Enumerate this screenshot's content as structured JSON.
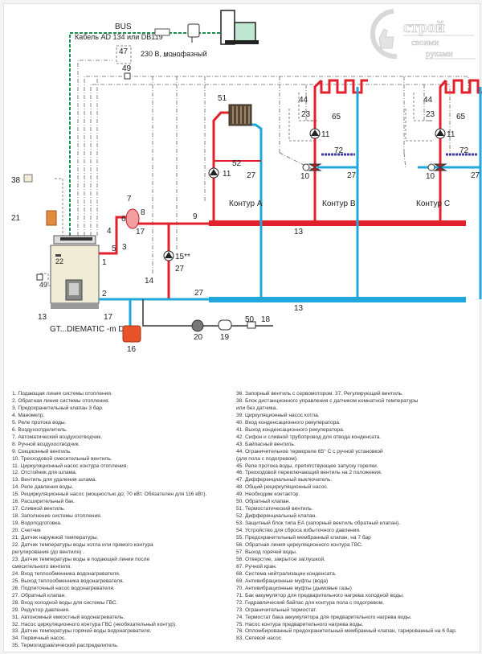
{
  "logo": {
    "line1": "строй",
    "line2": "своими",
    "line3": "руками"
  },
  "colors": {
    "supply": "#e0212b",
    "return": "#20a8dc",
    "bus": "#1e8f4e",
    "control": "#555555",
    "expansion_tank": "#e8532a"
  },
  "diagram": {
    "bus_label": "BUS",
    "cable_label": "Кабель AD 134 или DB119",
    "power_label": "230 В, монофазный",
    "boiler_label": "GT...DIEMATIC -m Delta*",
    "circuits": [
      "Контур A",
      "Контур B",
      "Контур C"
    ],
    "tags": {
      "t47": "47",
      "t49a": "49",
      "t49b": "49",
      "t38": "38",
      "t21": "21",
      "t22": "22",
      "t1": "1",
      "t2": "2",
      "t3": "3",
      "t4": "4",
      "t5": "5",
      "t6": "6",
      "t7": "7",
      "t8": "8",
      "t17a": "17",
      "t17b": "17",
      "t13a": "13",
      "t13b": "13",
      "t13c": "13",
      "t14": "14",
      "t15": "15**",
      "t16": "16",
      "t18": "18",
      "t19": "19",
      "t20": "20",
      "t50": "50",
      "t27a": "27",
      "t27b": "27",
      "t27c": "27",
      "t27d": "27",
      "t27e": "27",
      "t9": "9",
      "t51": "51",
      "t52": "52",
      "t11": "11",
      "t10": "10",
      "t23": "23",
      "t44": "44",
      "t65": "65",
      "t72": "72"
    }
  },
  "legend_left": [
    "1. Подающая линия системы отопления.",
    "2. Обратная линия системы отопления.",
    "3. Предохранительный клапан 3 бар.",
    "4. Манометр.",
    "5. Реле протока воды.",
    "6. Воздухоотделитель.",
    "7. Автоматический воздухоотводчик.",
    "8. Ручной воздухоотводчик.",
    "9. Секционный вентиль.",
    "10. Трехходовой смесительный вентиль.",
    "11. Циркуляционный насос контура отопления.",
    "12. Отстойник для шлама.",
    "13. Вентиль для удаления шлама.",
    "14. Реле давления воды.",
    "15. Рециркуляционный насос (мощностью до; 70 кВт. Обязателен для 116 кВт).",
    "16. Расширительный бак.",
    "17. Сливной вентиль.",
    "18. Заполнение системы отопления.",
    "19. Водоподготовка.",
    "20. Счетчик",
    "21. Датчик наружной температуры.",
    "22. Датчик температуры воды котла или прямого контура",
    "регулирования (до вентиля) .",
    "23. Датчик температуры воды в подающей линии после",
    "смесительного вентиля.",
    "24. Вход теплообменника водонагревателя.",
    "25. Выход теплообменника водонагревателя.",
    "26. Подпиточный насос водонагревателя.",
    "27. Обратный клапан.",
    "28. Вход холодной воды для системы ГВС.",
    "29. Редуктор давления.",
    "31. Автономный емкостный водонагреватель.",
    "32. Насос циркуляционного контура ГВС (необязательный контур).",
    "33. Датчик температуры горячей воды водонагревателя.",
    "34. Первичный насос.",
    "35. Термогидравлический распределитель."
  ],
  "legend_right": [
    "36. Запорный вентиль с сервомотором.    37. Регулирующий вентиль.",
    "38. Блок дистанционного управления с датчиком комнатной температуры",
    "или без датчика.",
    "39. Циркуляционный насос котла.",
    "40. Вход конденсационного рекуператора.",
    "41. Выход конденсационного рекуператора.",
    "42. Сифон и сливной трубопровод для отвода конденсата.",
    "43. Байпасный вентиль.",
    "44. Ограничительное термореле 65° С с ручной установкой",
    "(для пола с подогревом).",
    "45. Реле протока воды, препятствующее запуску горелки.",
    "46. Трехходовой переключающий вентиль на 2 положения.",
    "47. Дифференциальный выключатель.",
    "48. Общий рециркуляционный насос.",
    "49. Необходим контактор.",
    "50. Обратный клапан.",
    "51. Термостатический вентиль.",
    "52. Дифференциальный клапан.",
    "53. Защитный блок типа ЕА (запорный вентиль обратный клапан).",
    "54. Устройство для сброса избыточного давления.",
    "55. Предохранительный мембранный клапан, на 7 бар",
    "56. Обратная линия циркуляционного контура ГВС.",
    "57. Выход горячей воды.",
    "58. Отверстие, закрытое заглушкой.",
    "67. Ручной кран.",
    "68. Система нейтрализации конденсата.",
    "69. Антивибрационные муфты (вода)",
    "70. Антивибрационные муфты (дымовые газы)",
    "71. Бак аккумулятор для предварительного нагрева холодной воды.",
    "72. Гидравлический байпас для контура пола с подогревом.",
    "73. Ограничительный термостат.",
    "74. Термостат бака аккумулятора для предварительного нагрева воды.",
    "75. Насос контура предварительного нагрева воды.",
    "76. Опломбированный предохранительный мембранный клапан, тарированный на 6 бар.",
    "83. Сетевой насос"
  ]
}
